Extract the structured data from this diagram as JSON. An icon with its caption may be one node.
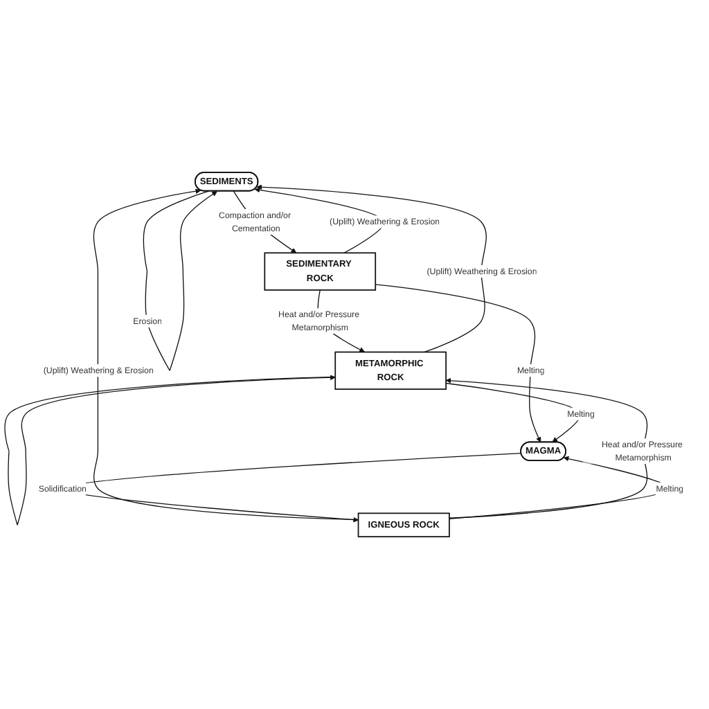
{
  "diagram": {
    "nodes": [
      {
        "text": [
          "SEDIMENTS"
        ]
      },
      {
        "text": [
          "SEDIMENTARY ROCK"
        ]
      },
      {
        "text": [
          "IGNEOUS ROCK"
        ]
      },
      {
        "text": [
          "METAMORPHIC ROCK"
        ]
      },
      {
        "text": [
          "MAGMA"
        ]
      }
    ],
    "edges": [
      {
        "from": 0,
        "to": 1,
        "arrow": "to",
        "label": "Compaction and/or Cementation"
      },
      {
        "from": 1,
        "to": 0,
        "arrow": "to",
        "label": "(Uplift) Weathering & Erosion"
      },
      {
        "from": 0,
        "to": 0,
        "arrow": "to",
        "label": "Erosion"
      },
      {
        "from": 2,
        "to": 0,
        "arrow": "to",
        "label": "(Uplift) Weathering & Erosion"
      },
      {
        "from": 1,
        "to": 3,
        "arrow": "to",
        "label": "Heat and/or Pressure Metamorphism"
      },
      {
        "from": 3,
        "to": 3,
        "arrow": "to"
      },
      {
        "from": 1,
        "to": 4,
        "arrow": "to",
        "label": "Melting"
      },
      {
        "from": 2,
        "to": 3,
        "arrow": "to",
        "label": "Heat and/or Pressure Metamorphism"
      },
      {
        "from": 3,
        "to": 0,
        "arrow": "to",
        "label": "(Uplift) Weathering & Erosion"
      },
      {
        "from": 2,
        "to": 4,
        "arrow": "to",
        "label": "Melting"
      },
      {
        "from": 3,
        "to": 4,
        "arrow": "to",
        "label": "Melting"
      },
      {
        "from": 4,
        "to": 2,
        "arrow": "to",
        "label": "Solidification"
      }
    ]
  }
}
